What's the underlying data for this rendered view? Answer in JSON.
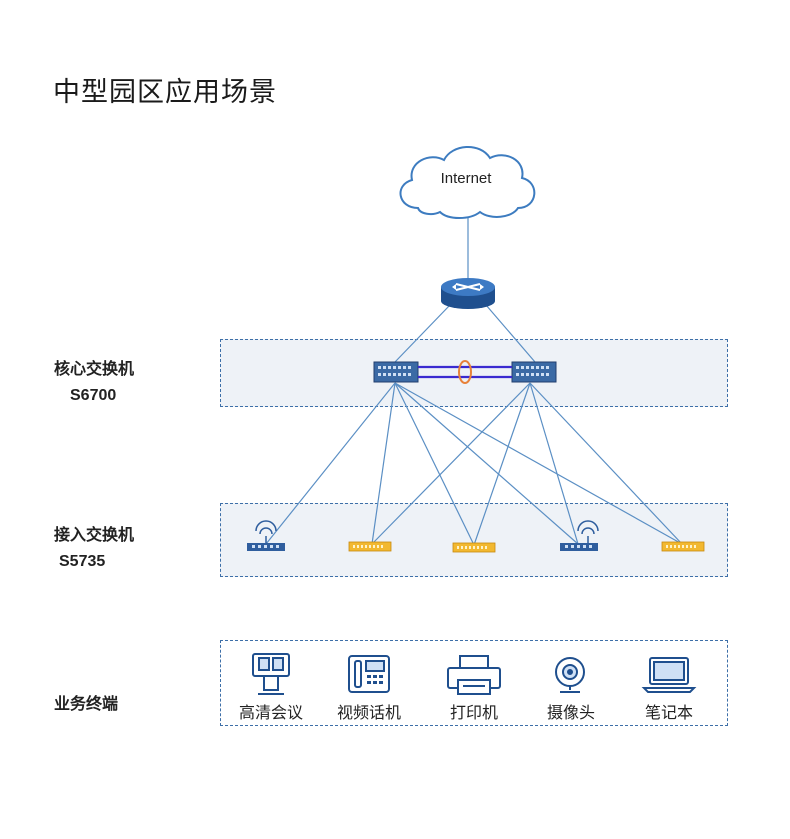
{
  "title": "中型园区应用场景",
  "internet_label": "Internet",
  "layers": {
    "core": {
      "label": "核心交换机",
      "model": "S6700"
    },
    "access": {
      "label": "接入交换机",
      "model": "S5735"
    },
    "endpoints": {
      "label": "业务终端"
    }
  },
  "endpoints": [
    {
      "label": "高清会议",
      "icon": "video-conference-icon"
    },
    {
      "label": "视频话机",
      "icon": "video-phone-icon"
    },
    {
      "label": "打印机",
      "icon": "printer-icon"
    },
    {
      "label": "摄像头",
      "icon": "camera-icon"
    },
    {
      "label": "笔记本",
      "icon": "laptop-icon"
    }
  ],
  "colors": {
    "line": "#5b8fc4",
    "band_border": "#3d6fa8",
    "band_fill": "#eef2f7",
    "core_switch": "#3b6aa5",
    "access_switch_blue": "#2f5e9e",
    "access_switch_yellow": "#f2b830",
    "link_purple": "#3a2bd0",
    "stack_ring": "#e8823a"
  }
}
